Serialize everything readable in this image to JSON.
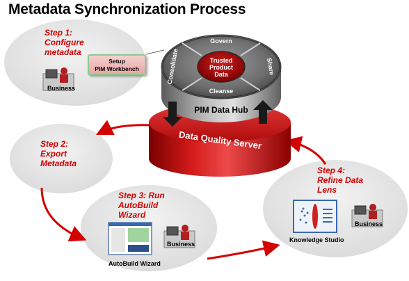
{
  "title": "Metadata Synchronization Process",
  "steps": [
    {
      "line1": "Step 1:",
      "line2": "Configure",
      "line3": "metadata"
    },
    {
      "line1": "Step 2:",
      "line2": "Export",
      "line3": "Metadata"
    },
    {
      "line1": "Step 3:  Run",
      "line2": "AutoBuild",
      "line3": "Wizard"
    },
    {
      "line1": "Step 4:",
      "line2": "Refine Data",
      "line3": "Lens"
    }
  ],
  "setup_button": {
    "line1": "Setup",
    "line2": "PIM Workbench"
  },
  "hub": {
    "center_line1": "Trusted",
    "center_line2": "Product",
    "center_line3": "Data",
    "govern": "Govern",
    "share": "Share",
    "cleanse": "Cleanse",
    "consolidate": "Consolidate",
    "hub_label": "PIM Data Hub"
  },
  "server_label": "Data Quality Server",
  "business_label": "Business",
  "autobuild_label": "AutoBuild Wizard",
  "knowledge_studio_label": "Knowledge Studio",
  "colors": {
    "accent_red": "#d40000",
    "bubble": "#e4e4e4",
    "server_red": "#c8141c"
  }
}
